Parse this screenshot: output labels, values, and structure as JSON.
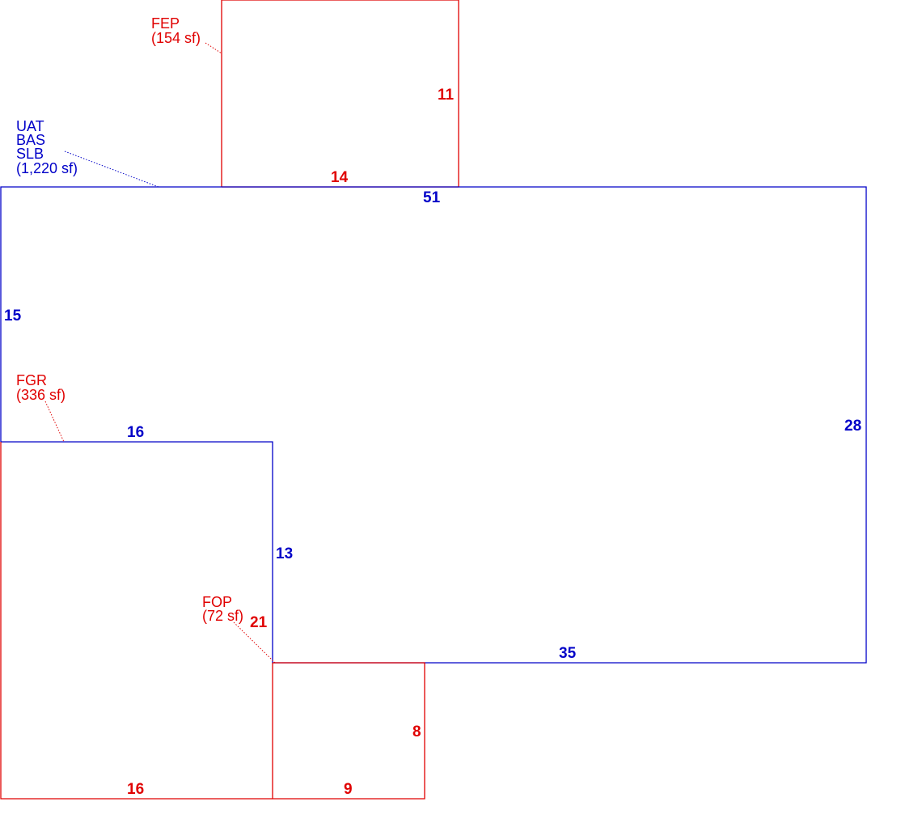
{
  "areas": {
    "main": {
      "codes": [
        "UAT",
        "BAS",
        "SLB"
      ],
      "area": "(1,220 sf)",
      "color": "#0000c8",
      "dimensions": {
        "top": "51",
        "left": "15",
        "right": "28",
        "bottom": "35",
        "step_top": "16",
        "step_side": "13"
      }
    },
    "fep": {
      "code": "FEP",
      "area": "(154 sf)",
      "color": "#e00000",
      "dimensions": {
        "side": "11",
        "bottom": "14"
      }
    },
    "fgr": {
      "code": "FGR",
      "area": "(336 sf)",
      "color": "#e00000",
      "dimensions": {
        "side": "21",
        "bottom": "16"
      }
    },
    "fop": {
      "code": "FOP",
      "area": "(72 sf)",
      "color": "#e00000",
      "dimensions": {
        "side": "8",
        "bottom": "9"
      }
    }
  }
}
